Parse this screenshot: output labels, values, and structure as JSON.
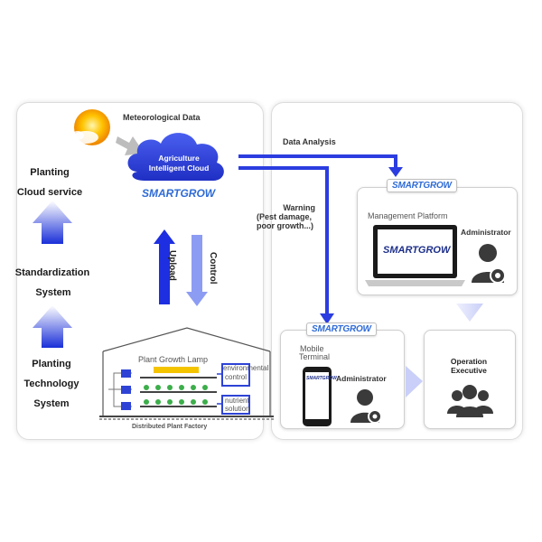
{
  "meteorological_data": "Meteorological Data",
  "cloud": {
    "line1": "Agriculture",
    "line2": "Intelligent Cloud"
  },
  "logo_text": "SMARTGROW",
  "left_stack": {
    "planting_cloud_1": "Planting",
    "planting_cloud_2": "Cloud service",
    "standardization_1": "Standardization",
    "standardization_2": "System",
    "tech_1": "Planting",
    "tech_2": "Technology",
    "tech_3": "System"
  },
  "arrows": {
    "upload": "Upload",
    "control": "Control"
  },
  "factory": {
    "lamp": "Plant Growth Lamp",
    "env_1": "environmental",
    "env_2": "control",
    "nut_1": "nutrient",
    "nut_2": "solution",
    "caption": "Distributed Plant Factory"
  },
  "data_analysis": "Data Analysis",
  "warning": {
    "line1": "Warning",
    "line2": "(Pest damage,",
    "line3": "poor growth...)"
  },
  "management": {
    "title": "Management Platform",
    "admin": "Administrator"
  },
  "mobile": {
    "title_1": "Mobile",
    "title_2": "Terminal",
    "admin": "Administrator"
  },
  "operation": {
    "line1": "Operation",
    "line2": "Executive"
  },
  "colors": {
    "primary_blue": "#2b3de0",
    "light_blue": "#8f9cf4",
    "cloud_blue": "#2f43d8"
  }
}
